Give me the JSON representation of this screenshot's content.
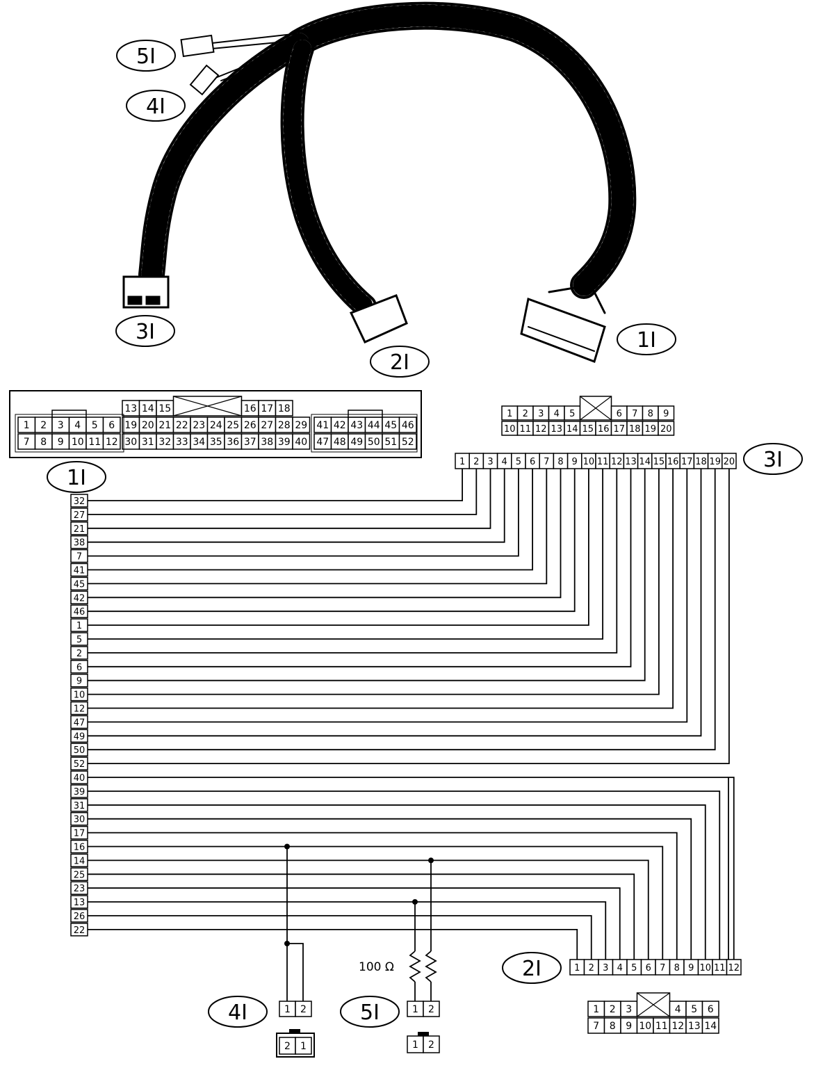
{
  "callouts": {
    "c1_top": "1I",
    "c2_top": "2I",
    "c3_top": "3I",
    "c4_top": "4I",
    "c5_top": "5I",
    "c1_face": "1I",
    "c3_face": "3I",
    "c2_face": "2I",
    "c4_face": "4I",
    "c5_face": "5I"
  },
  "connector_1i": {
    "rows": [
      [
        "13",
        "14",
        "15",
        "16",
        "17",
        "18"
      ],
      [
        "1",
        "2",
        "3",
        "4",
        "5",
        "6",
        "19",
        "20",
        "21",
        "22",
        "23",
        "24",
        "25",
        "26",
        "27",
        "28",
        "29",
        "41",
        "42",
        "43",
        "44",
        "45",
        "46"
      ],
      [
        "7",
        "8",
        "9",
        "10",
        "11",
        "12",
        "30",
        "31",
        "32",
        "33",
        "34",
        "35",
        "36",
        "37",
        "38",
        "39",
        "40",
        "47",
        "48",
        "49",
        "50",
        "51",
        "52"
      ]
    ]
  },
  "connector_3i_face": {
    "top": [
      "1",
      "2",
      "3",
      "4",
      "5",
      "6",
      "7",
      "8",
      "9"
    ],
    "bottom": [
      "10",
      "11",
      "12",
      "13",
      "14",
      "15",
      "16",
      "17",
      "18",
      "19",
      "20"
    ]
  },
  "connector_2i_face": {
    "top": [
      "1",
      "2",
      "3",
      "4",
      "5",
      "6"
    ],
    "bottom": [
      "7",
      "8",
      "9",
      "10",
      "11",
      "12",
      "13",
      "14"
    ]
  },
  "connector_3i_pins": [
    "1",
    "2",
    "3",
    "4",
    "5",
    "6",
    "7",
    "8",
    "9",
    "10",
    "11",
    "12",
    "13",
    "14",
    "15",
    "16",
    "17",
    "18",
    "19",
    "20"
  ],
  "connector_2i_pins": [
    "1",
    "2",
    "3",
    "4",
    "5",
    "6",
    "7",
    "8",
    "9",
    "10",
    "11",
    "12"
  ],
  "ecm_pins": [
    "32",
    "27",
    "21",
    "38",
    "7",
    "41",
    "45",
    "42",
    "46",
    "1",
    "5",
    "2",
    "6",
    "9",
    "10",
    "12",
    "47",
    "49",
    "50",
    "52",
    "40",
    "39",
    "31",
    "30",
    "17",
    "16",
    "14",
    "25",
    "23",
    "13",
    "26",
    "22"
  ],
  "connector_4i": {
    "pins": [
      "1",
      "2"
    ],
    "face": [
      "2",
      "1"
    ]
  },
  "connector_5i": {
    "pins": [
      "1",
      "2"
    ],
    "face": [
      "1",
      "2"
    ]
  },
  "resistor_label": "100 Ω"
}
